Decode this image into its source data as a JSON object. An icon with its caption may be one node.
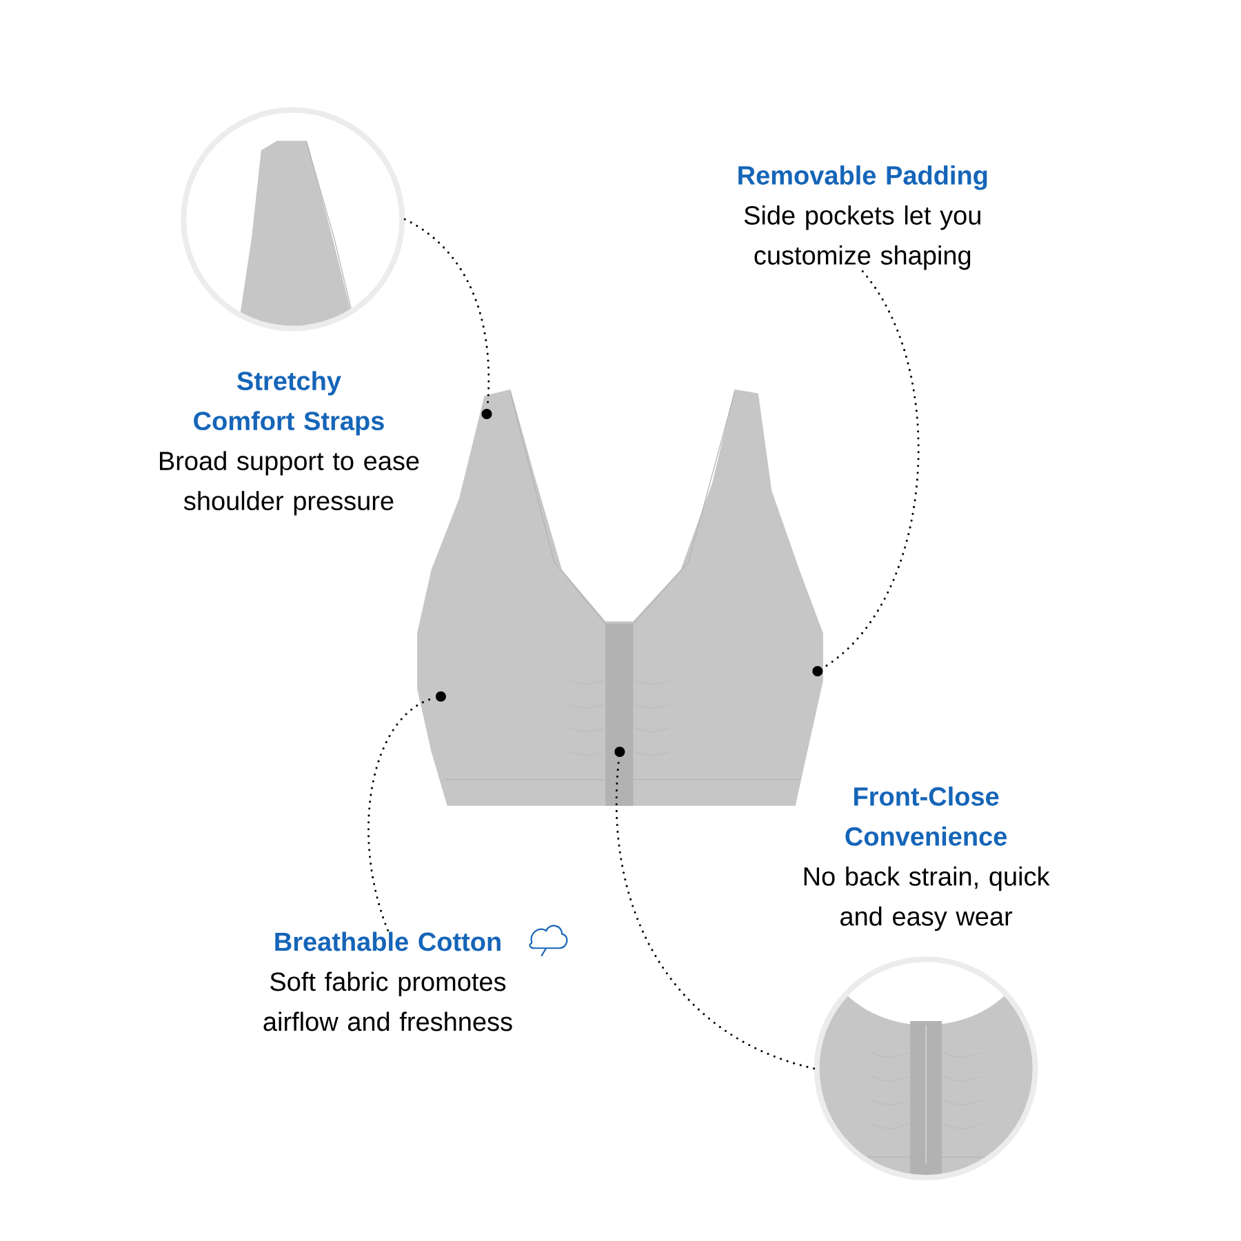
{
  "diagram": {
    "nodes": [
      {
        "text": [],
        "shape": "picture"
      },
      {
        "text": [
          "Removable Padding",
          "Side pockets let you customize shaping"
        ]
      },
      {
        "text": [
          "Stretchy Comfort Straps",
          "Broad support to ease shoulder pressure"
        ]
      },
      {
        "text": [],
        "shape": "picture"
      },
      {
        "text": [],
        "shape": "circle",
        "in": 3
      },
      {
        "text": [],
        "shape": "circle",
        "in": 3
      },
      {
        "text": [],
        "shape": "circle",
        "in": 3
      },
      {
        "text": [],
        "shape": "circle",
        "in": 3
      },
      {
        "text": [
          "Front-Close Convenience",
          "No back strain, quick and easy wear"
        ]
      },
      {
        "text": [
          "Breathable Cotton",
          "Soft fabric promotes airflow and freshness"
        ]
      },
      {
        "text": [],
        "shape": "picture"
      }
    ],
    "edges": [
      {
        "from": 0,
        "to": 5,
        "arrow": "none",
        "style": "dashed"
      },
      {
        "from": 1,
        "to": 7,
        "arrow": "none",
        "style": "dashed"
      },
      {
        "from": 9,
        "to": 4,
        "arrow": "none",
        "style": "dashed"
      },
      {
        "from": 10,
        "to": 6,
        "arrow": "none",
        "style": "dashed"
      }
    ]
  }
}
